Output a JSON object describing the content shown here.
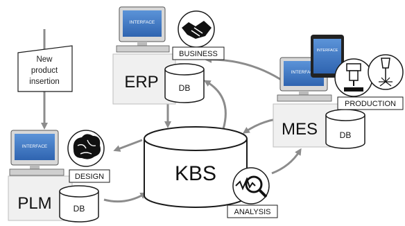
{
  "new_product": {
    "line1": "New",
    "line2": "product",
    "line3": "insertion"
  },
  "center": {
    "label": "KBS"
  },
  "erp": {
    "system": "ERP",
    "db": "DB",
    "screen": "INTERFACE",
    "tag": "BUSINESS"
  },
  "mes": {
    "system": "MES",
    "db": "DB",
    "screen": "INTERFACE",
    "tablet_screen": "INTERFACE",
    "tag": "PRODUCTION"
  },
  "plm": {
    "system": "PLM",
    "db": "DB",
    "screen": "INTERFACE",
    "tag": "DESIGN"
  },
  "analysis": {
    "tag": "ANALYSIS"
  },
  "icons": [
    "handshake-icon",
    "brain-icon",
    "tablet-icon",
    "machine-tool-icon",
    "laser-icon",
    "analysis-magnifier-icon"
  ],
  "colors": {
    "screen": "#3c78c8",
    "arrow": "#8c8c8c",
    "stroke": "#1a1a1a",
    "panel": "#f0f0f0"
  }
}
